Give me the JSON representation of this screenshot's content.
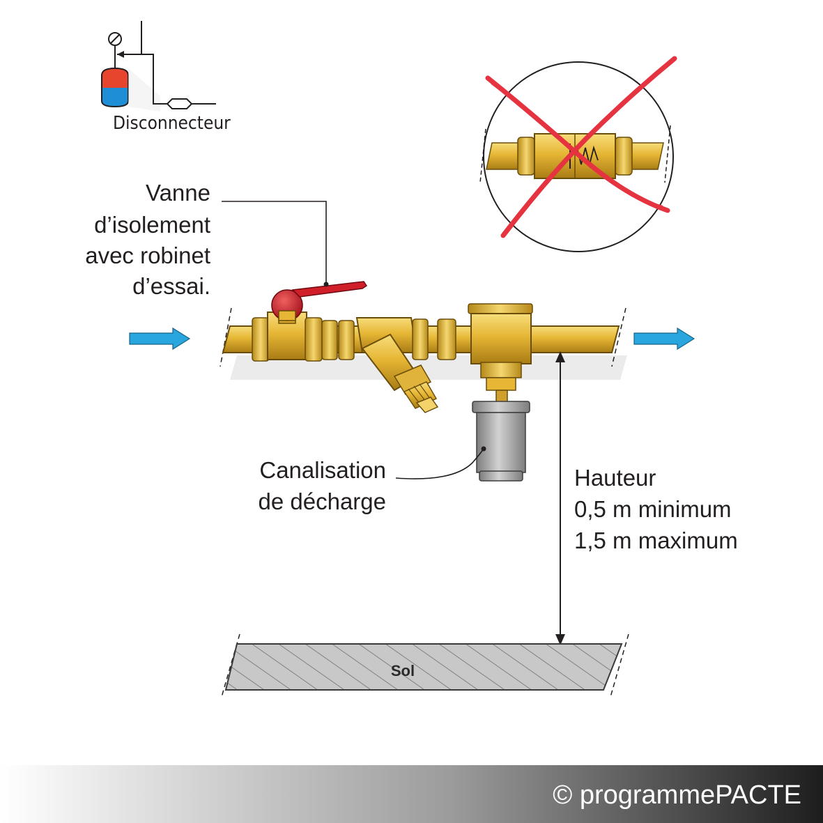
{
  "labels": {
    "disconnecteur": "Disconnecteur",
    "vanne_line1": "Vanne",
    "vanne_line2": "d’isolement",
    "vanne_line3": "avec robinet",
    "vanne_line4": "d’essai.",
    "canalisation_line1": "Canalisation",
    "canalisation_line2": "de décharge",
    "hauteur_line1": "Hauteur",
    "hauteur_line2": "0,5 m minimum",
    "hauteur_line3": "1,5 m maximum",
    "sol": "Sol",
    "copyright": "© programmePACTE"
  },
  "icons": {
    "flow_in": "arrow-right-icon",
    "flow_out": "arrow-right-icon",
    "forbidden": "red-cross-icon",
    "pressure_gauge": "gauge-icon"
  },
  "colors": {
    "brass": "#e2b12e",
    "brass_dark": "#8a6410",
    "brass_light": "#f6dc7a",
    "flow_arrow": "#29a6dd",
    "cross": "#e53340",
    "handle": "#d11f2a",
    "drain": "#9a9a9a",
    "floor": "#c9c9c9",
    "tank_hot": "#e8452f",
    "tank_cold": "#1e8fd6"
  }
}
